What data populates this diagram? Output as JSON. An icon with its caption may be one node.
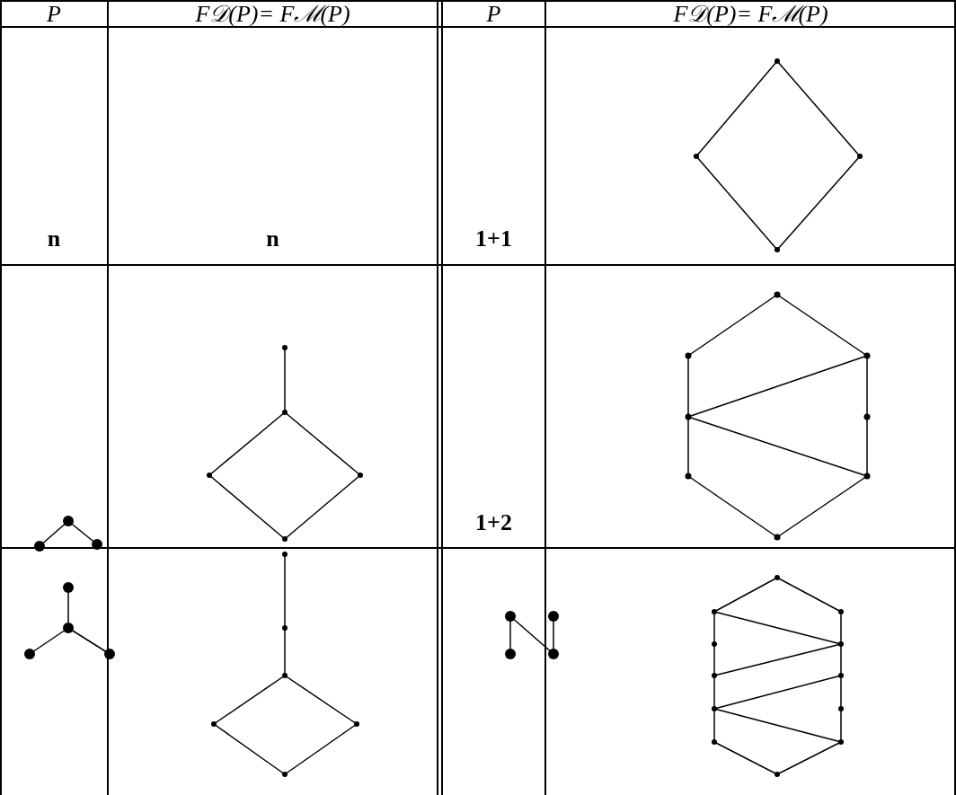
{
  "diagram": {
    "labels": [
      "P",
      "F𝒟(P)= Fℳ(P)",
      "P",
      "F𝒟(P)= Fℳ(P)",
      "n",
      "n",
      "1+1",
      "1+2"
    ]
  }
}
